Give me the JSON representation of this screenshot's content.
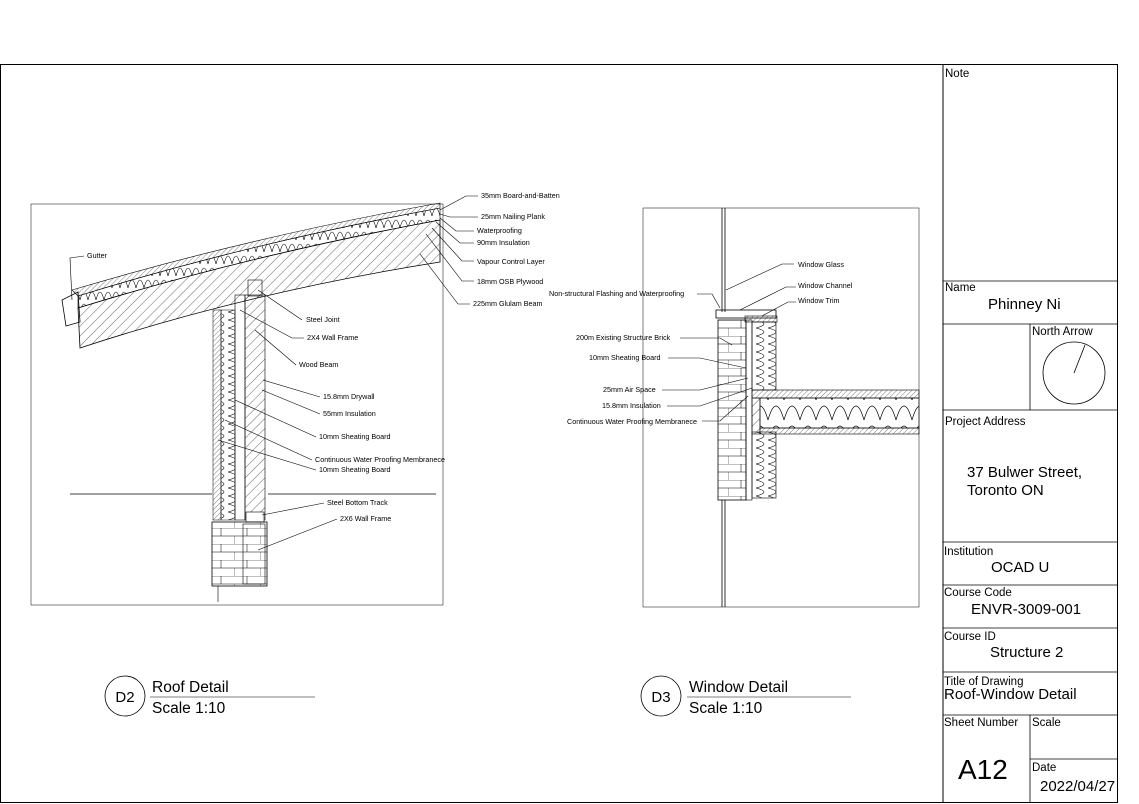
{
  "roof_detail": {
    "id": "D2",
    "title": "Roof Detail",
    "scale": "Scale 1:10",
    "labels": {
      "board_batten": "35mm Board-and-Batten",
      "nailing_plank": "25mm  Nailing Plank",
      "waterproofing": "Waterproofing",
      "insulation_90": "90mm Insulation",
      "vapour": "Vapour Control Layer",
      "osb": "18mm OSB Plywood",
      "glulam": "225mm Glulam Beam",
      "gutter": "Gutter",
      "steel_joint": "Steel Joint",
      "wall_frame_2x4": "2X4 Wall Frame",
      "wood_beam": "Wood Beam",
      "drywall": "15.8mm Drywall",
      "insulation_55": "55mm Insulation",
      "sheating_1": "10mm Sheating Board",
      "membrane": "Continuous Water Proofing Membranece",
      "sheating_2": "10mm Sheating Board",
      "bottom_track": "Steel  Bottom Track",
      "wall_frame_2x6": "2X6 Wall Frame"
    }
  },
  "window_detail": {
    "id": "D3",
    "title": "Window Detail",
    "scale": "Scale 1:10",
    "labels": {
      "glass": "Window Glass",
      "channel": "Window Channel",
      "trim": "Window Trim",
      "flashing": "Non-structural Flashing and Waterproofing",
      "brick": "200m Existing Structure Brick",
      "sheating": "10mm Sheating Board",
      "air_space": "25mm Air Space",
      "insulation": "15.8mm Insulation",
      "membrane": "Continuous Water Proofing Membranece"
    }
  },
  "title_block": {
    "note_label": "Note",
    "name_label": "Name",
    "name_value": "Phinney Ni",
    "north_arrow_label": "North Arrow",
    "project_address_label": "Project Address",
    "address_line1": "37 Bulwer Street,",
    "address_line2": "Toronto ON",
    "institution_label": "Institution",
    "institution_value": "OCAD U",
    "course_code_label": "Course Code",
    "course_code_value": "ENVR-3009-001",
    "course_id_label": "Course ID",
    "course_id_value": "Structure 2",
    "drawing_title_label": "Title of Drawing",
    "drawing_title_value": "Roof-Window Detail",
    "sheet_number_label": "Sheet Number",
    "sheet_number_value": "A12",
    "scale_label": "Scale",
    "scale_value": "",
    "date_label": "Date",
    "date_value": "2022/04/27"
  }
}
